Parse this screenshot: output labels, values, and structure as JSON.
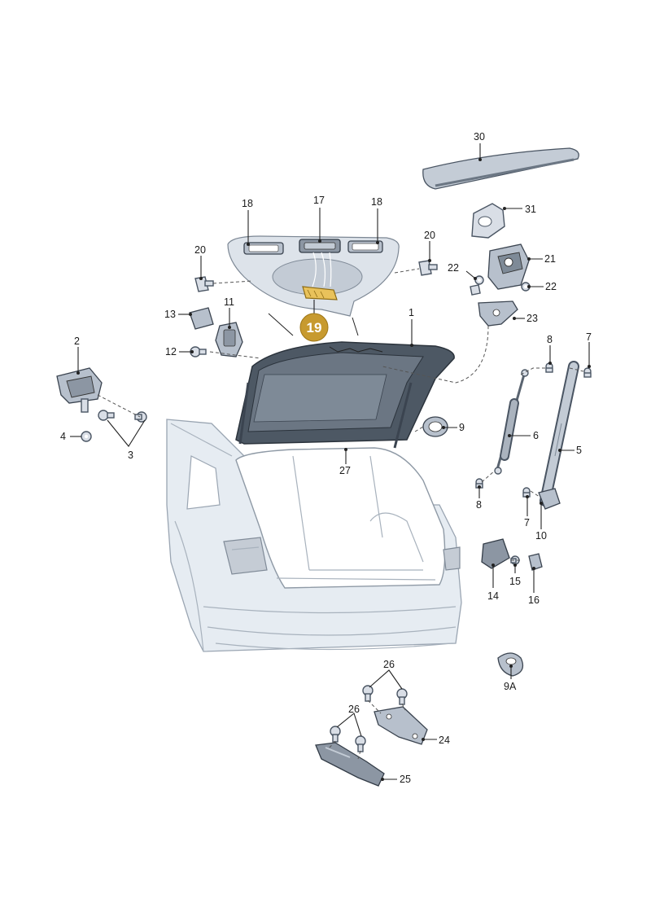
{
  "diagram": {
    "highlighted_part": "19",
    "callouts": [
      "1",
      "2",
      "3",
      "4",
      "5",
      "6",
      "7",
      "7",
      "8",
      "8",
      "9",
      "9A",
      "10",
      "11",
      "12",
      "13",
      "14",
      "15",
      "16",
      "17",
      "18",
      "18",
      "20",
      "20",
      "21",
      "22",
      "22",
      "23",
      "24",
      "25",
      "26",
      "26",
      "27",
      "30",
      "31"
    ]
  },
  "colors": {
    "highlight": "#c79a2f",
    "line": "#222222",
    "part_fill": "#d9dee6"
  }
}
